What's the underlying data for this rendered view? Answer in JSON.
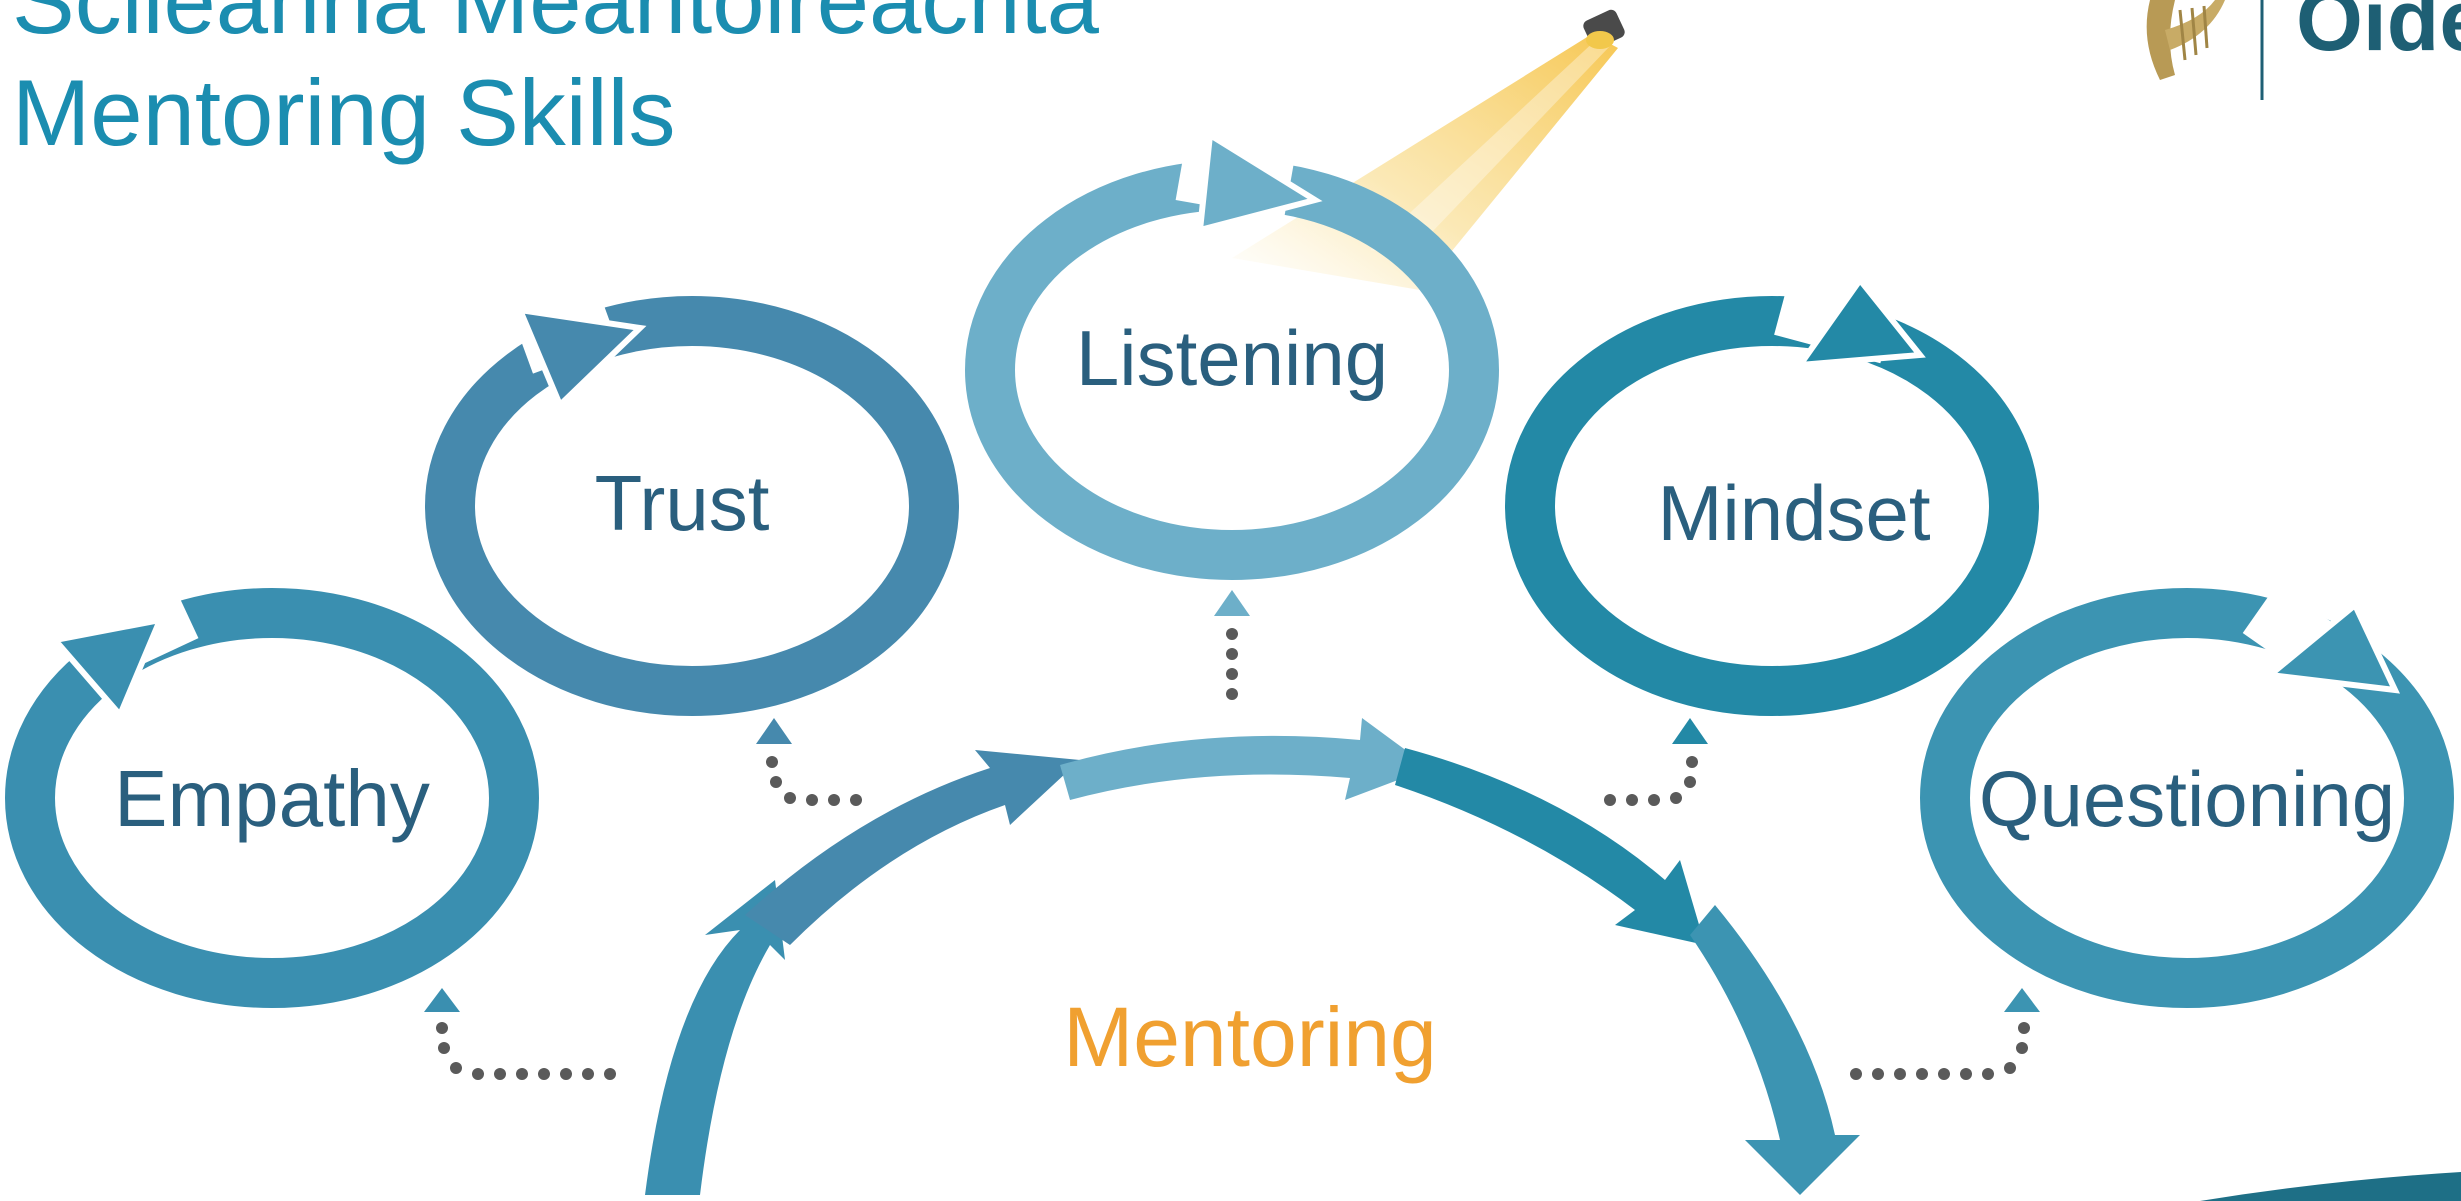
{
  "title": {
    "line1": "Scileanna Meantóireachta",
    "line2": "Mentoring Skills"
  },
  "logo": {
    "text": "Oide",
    "icon": "harp-emblem-icon"
  },
  "diagram": {
    "center_label": "Mentoring",
    "nodes": [
      {
        "id": "empathy",
        "label": "Empathy",
        "color": "#3a8fb0"
      },
      {
        "id": "trust",
        "label": "Trust",
        "color": "#4689ad"
      },
      {
        "id": "listening",
        "label": "Listening",
        "color": "#6dafc9"
      },
      {
        "id": "mindset",
        "label": "Mindset",
        "color": "#2389a6"
      },
      {
        "id": "questioning",
        "label": "Questioning",
        "color": "#3c94b2"
      }
    ],
    "spotlight_icon": "spotlight-icon",
    "colors": {
      "title": "#1b8db0",
      "node_text": "#2a5f7e",
      "center_text": "#f0a030",
      "dots": "#5a5a5a",
      "logo_text": "#1e5f74"
    }
  }
}
